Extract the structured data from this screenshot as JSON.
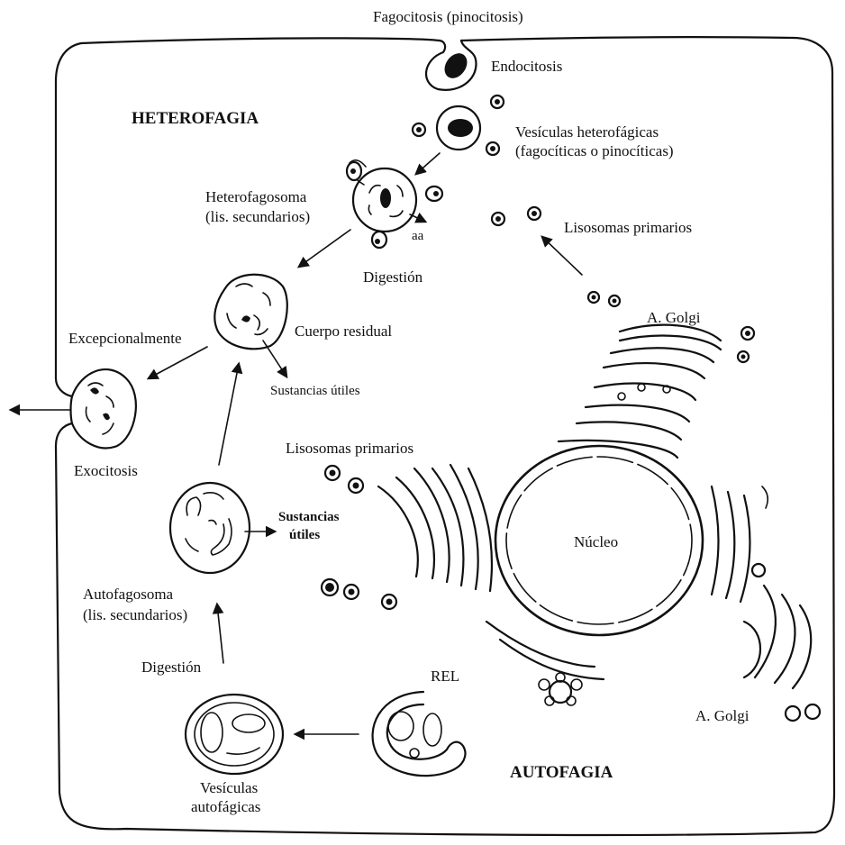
{
  "labels": {
    "fagocitosis": "Fagocitosis (pinocitosis)",
    "endocitosis": "Endocitosis",
    "heterofagia": "HETEROFAGIA",
    "vesiculas_het_1": "Vesículas heterofágicas",
    "vesiculas_het_2": "(fagocíticas o pinocíticas)",
    "heterofagosoma_1": "Heterofagosoma",
    "heterofagosoma_2": "(lis. secundarios)",
    "aa": "aa",
    "lisosomas_primarios_top": "Lisosomas primarios",
    "digestion_top": "Digestión",
    "golgi_top": "A. Golgi",
    "cuerpo_residual": "Cuerpo residual",
    "excepcionalmente": "Excepcionalmente",
    "sustancias_utiles_top": "Sustancias útiles",
    "exocitosis": "Exocitosis",
    "lisosomas_primarios_mid": "Lisosomas primarios",
    "sustancias_utiles_bold_1": "Sustancias",
    "sustancias_utiles_bold_2": "útiles",
    "nucleo": "Núcleo",
    "autofagosoma_1": "Autofagosoma",
    "autofagosoma_2": "(lis. secundarios)",
    "digestion_bottom": "Digestión",
    "rel": "REL",
    "golgi_bottom": "A. Golgi",
    "vesiculas_auto_1": "Vesículas",
    "vesiculas_auto_2": "autofágicas",
    "autofagia": "AUTOFAGIA"
  }
}
